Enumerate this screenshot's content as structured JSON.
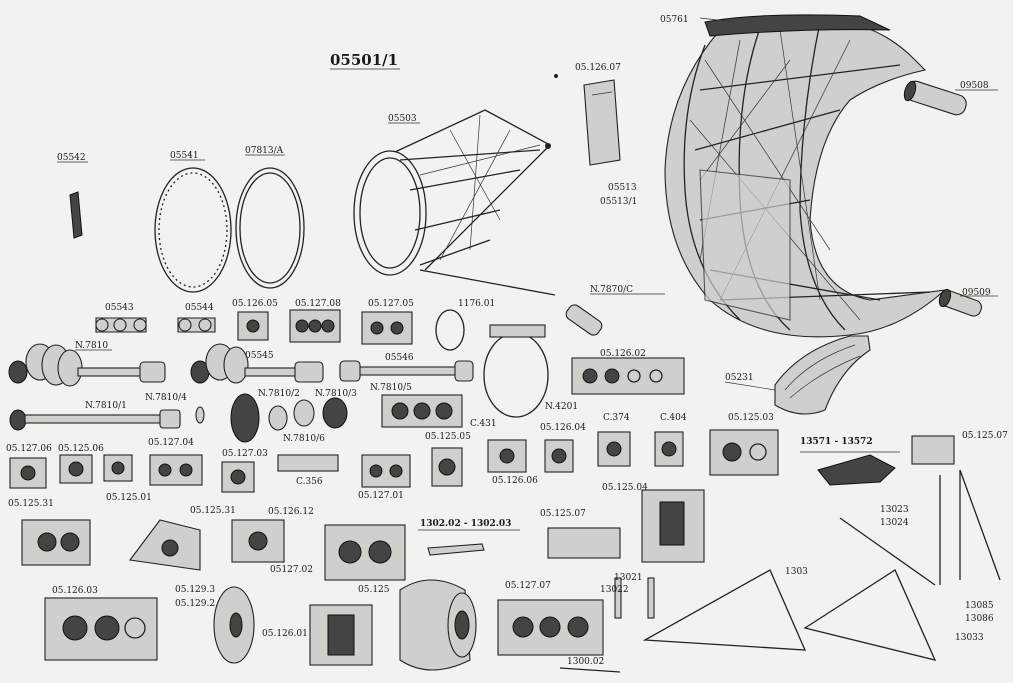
{
  "title": "05501/1",
  "colors": {
    "paper": "#f2f2f0",
    "ink": "#1a1a1a"
  },
  "labels": {
    "p05761": "05761",
    "p09508": "09508",
    "p09509": "09509",
    "p05126_07a": "05.126.07",
    "p05513": "05513",
    "p05513_1": "05513/1",
    "pN7870c": "N.7870/C",
    "p05231": "05231",
    "p05542": "05542",
    "p05541": "05541",
    "p07813a": "07813/A",
    "p05503": "05503",
    "p05543": "05543",
    "p05544": "05544",
    "p05126_05": "05.126.05",
    "p05127_08": "05.127.08",
    "p05127_05": "05.127.05",
    "p1176_01": "1176.01",
    "pN7810": "N.7810",
    "p05545": "05545",
    "p05546": "05546",
    "pN7810_1": "N.7810/1",
    "pN7810_4": "N.7810/4",
    "pN7810_2": "N.7810/2",
    "pN7810_3": "N.7810/3",
    "pN7810_5": "N.7810/5",
    "pN7810_6": "N.7810/6",
    "pN4201": "N.4201",
    "pC431": "C.431",
    "p05126_02": "05.126.02",
    "p05127_06": "05.127.06",
    "p05125_06": "05.125.06",
    "p05127_04": "05.127.04",
    "p05125_01": "05.125.01",
    "p05127_03": "05.127.03",
    "pC356": "C.356",
    "p05125_05": "05.125.05",
    "p05127_01": "05.127.01",
    "p05126_04": "05.126.04",
    "p05126_06": "05.126.06",
    "pC374": "C.374",
    "pC404": "C.404",
    "p05125_03": "05.125.03",
    "p13571": "13571 - 13572",
    "p05125_07a": "05.125.07",
    "p05125_31a": "05.125.31",
    "p05125_31b": "05.125.31",
    "p05126_12": "05.126.12",
    "p05127_02": "05127.02",
    "p1302": "1302.02 - 1302.03",
    "p05125_07b": "05.125.07",
    "p05125_04": "05.125.04",
    "p13023": "13023",
    "p13024": "13024",
    "p05126_03": "05.126.03",
    "p05129_3": "05.129.3",
    "p05129_2": "05.129.2",
    "p05126_01": "05.126.01",
    "p05125": "05.125",
    "p05127_07": "05.127.07",
    "p13021": "13021",
    "p13022": "13022",
    "p1303": "1303",
    "p1300_02": "1300.02",
    "p13085": "13085",
    "p13086": "13086",
    "p13033": "13033"
  }
}
